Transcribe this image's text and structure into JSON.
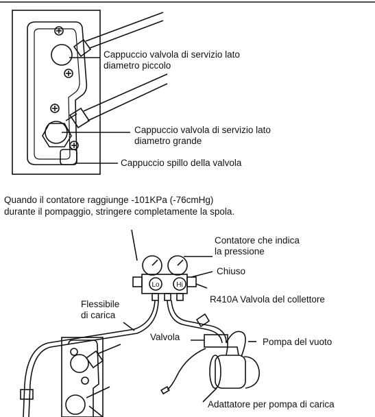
{
  "top_diagram": {
    "label_small_valve_line1": "Cappuccio valvola di servizio lato",
    "label_small_valve_line2": "diametro piccolo",
    "label_large_valve_line1": "Cappuccio valvola di servizio lato",
    "label_large_valve_line2": "diametro grande",
    "label_pin_cap": "Cappuccio spillo della valvola"
  },
  "instruction": {
    "line1": "Quando il contatore raggiunge -101KPa (-76cmHg)",
    "line2": "durante il pompaggio, stringere completamente la spola."
  },
  "bottom_diagram": {
    "label_gauge_line1": "Contatore che indica",
    "label_gauge_line2": "la pressione",
    "label_closed": "Chiuso",
    "label_manifold": "R410A Valvola del collettore",
    "label_hose_line1": "Flessibile",
    "label_hose_line2": "di carica",
    "label_valve": "Valvola",
    "label_vacuum_pump": "Pompa del vuoto",
    "label_adapter": "Adattatore per pompa di carica",
    "gauge_lo_text": "Lo",
    "gauge_hi_text": "Hi"
  }
}
